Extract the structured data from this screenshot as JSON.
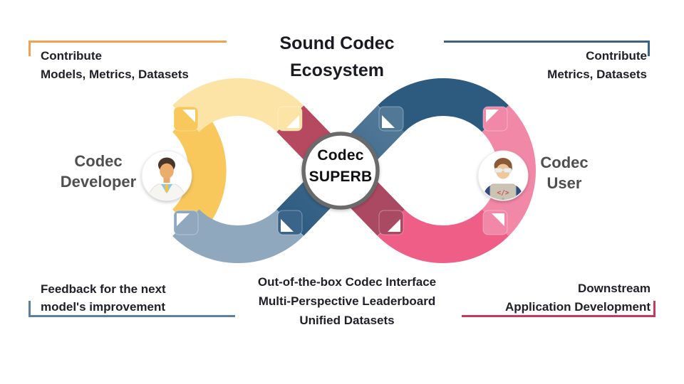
{
  "slide": {
    "title_line1": "Sound Codec",
    "title_line2": "Ecosystem",
    "badge": {
      "line1": "Codec",
      "line2": "SUPERB"
    },
    "actors": {
      "developer": {
        "line1": "Codec",
        "line2": "Developer"
      },
      "user": {
        "line1": "Codec",
        "line2": "User"
      }
    },
    "notes": {
      "top_left": {
        "line1": "Contribute",
        "line2": "Models, Metrics, Datasets"
      },
      "top_right": {
        "line1": "Contribute",
        "line2": "Metrics, Datasets"
      },
      "bottom_left": {
        "line1": "Feedback for the next",
        "line2": "model's improvement"
      },
      "bottom_right": {
        "line1": "Downstream",
        "line2": "Application Development"
      },
      "center": {
        "line1": "Out-of-the-box Codec Interface",
        "line2": "Multi-Perspective Leaderboard",
        "line3": "Unified Datasets"
      }
    }
  },
  "icons": {
    "developer_avatar": "scientist-person-icon",
    "user_avatar": "coder-laptop-icon",
    "code_glyph": "</>"
  },
  "colors": {
    "yellow": "#F8C85C",
    "pale_yellow": "#FBE4A6",
    "slate": "#8FA8BE",
    "navy": "#2D5B80",
    "navy_mid": "#3A6489",
    "steel": "#527897",
    "steel_dark": "#2E5C81",
    "pink": "#EE5E87",
    "pink_light": "#F288A8",
    "crimson": "#B7495F",
    "crimson_dark": "#A94962",
    "accent_orange": "#F2A24E",
    "accent_blue": "#3C6284",
    "accent_slate": "#5C7F9D",
    "accent_crimson": "#C23A5C",
    "ring_border": "#6B6B6B",
    "title_text": "#1A1A23",
    "label_gray": "#4F4F4F"
  }
}
